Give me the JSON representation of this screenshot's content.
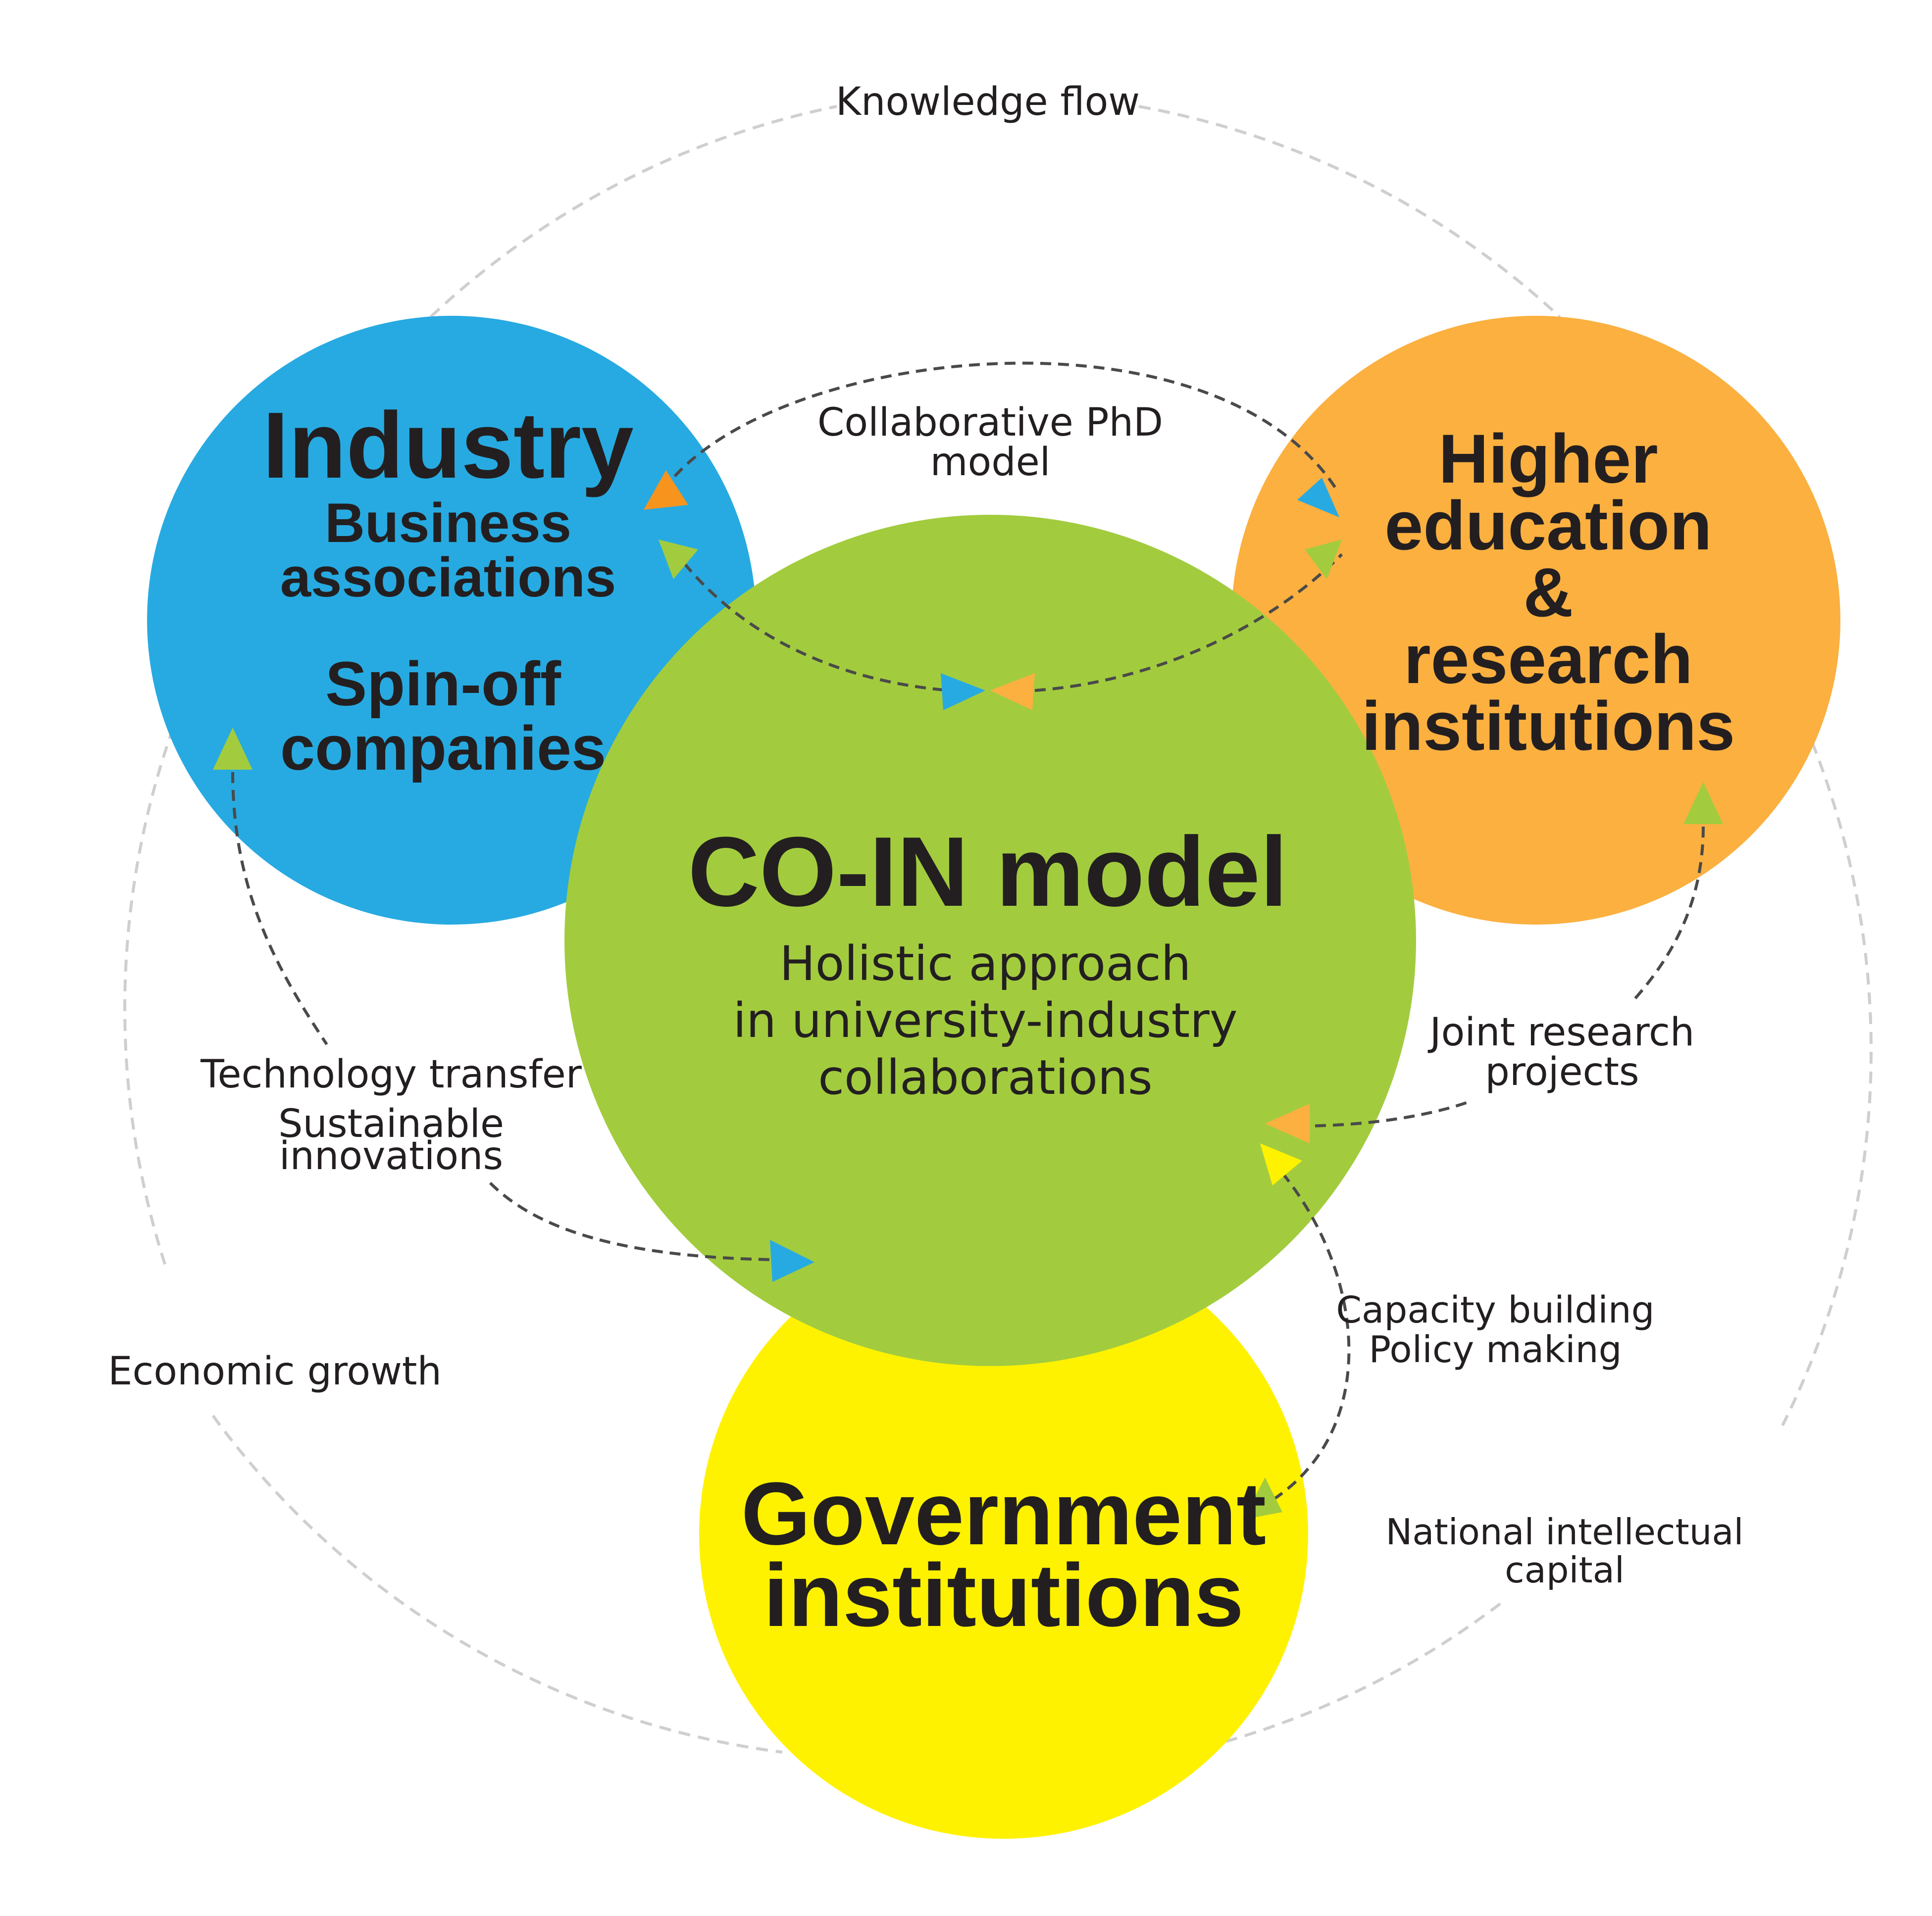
{
  "outer_labels": {
    "knowledge_flow": "Knowledge flow",
    "economic_growth": "Economic growth",
    "national_capital_line1": "National intellectual",
    "national_capital_line2": "capital"
  },
  "industry": {
    "title": "Industry",
    "line1": "Business",
    "line2": "associations",
    "line3": "Spin-off",
    "line4": "companies"
  },
  "higher_education": {
    "line1": "Higher",
    "line2": "education",
    "line3": "&",
    "line4": "research",
    "line5": "institutions"
  },
  "center": {
    "title": "CO-IN model",
    "sub1": "Holistic approach",
    "sub2": "in university-industry",
    "sub3": "collaborations"
  },
  "government": {
    "line1": "Government",
    "line2": "institutions"
  },
  "flows": {
    "phd_line1": "Collaborative PhD",
    "phd_line2": "model",
    "tech_line1": "Technology transfer",
    "tech_line2": "Sustainable",
    "tech_line3": "innovations",
    "joint_line1": "Joint research",
    "joint_line2": "projects",
    "capacity_line1": "Capacity building",
    "capacity_line2": "Policy making"
  },
  "colors": {
    "industry": "#27aae1",
    "higher_education": "#fbb040",
    "center": "#a2cc3e",
    "government": "#fff200",
    "arrow_orange": "#f7941d",
    "arrow_blue": "#27aae1",
    "arrow_green": "#a2cc3e",
    "arrow_light_orange": "#fbb040",
    "arrow_yellow": "#fff200"
  }
}
